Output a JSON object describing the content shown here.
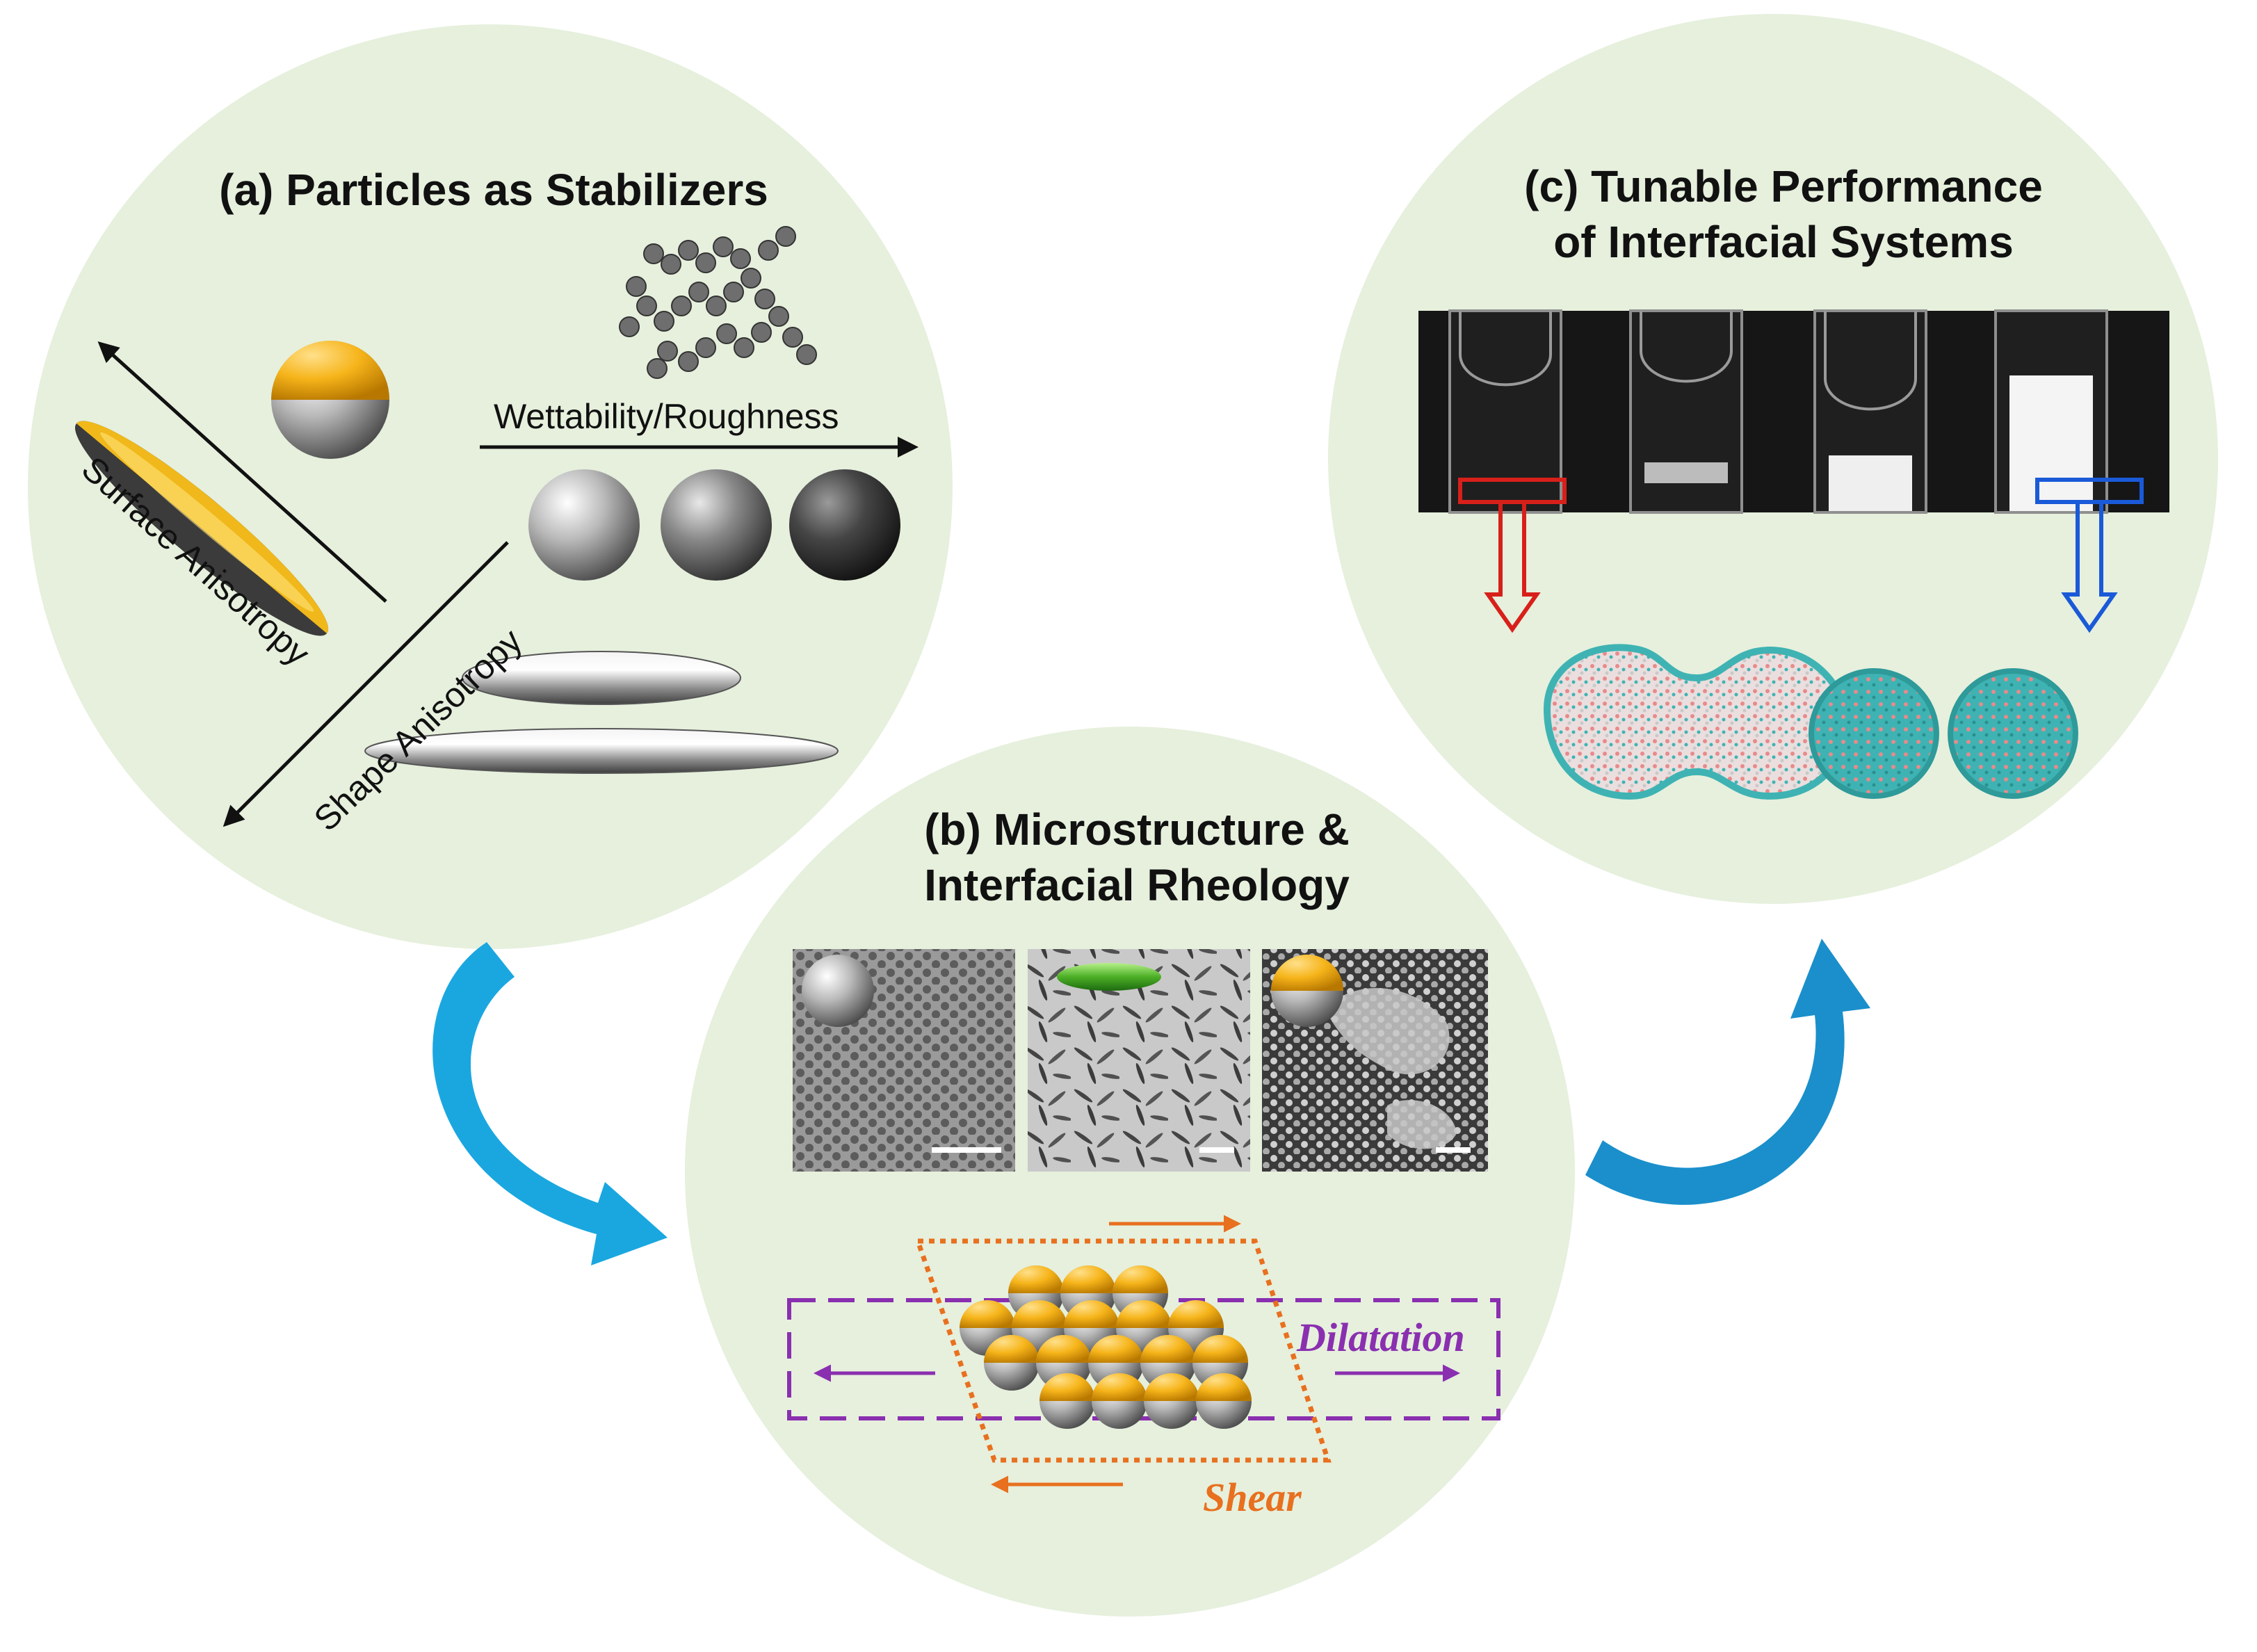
{
  "panels": {
    "a": {
      "title": "(a) Particles as Stabilizers",
      "surface_label": "Surface Anisotropy",
      "shape_label": "Shape Anisotropy",
      "wettability_label": "Wettability/Roughness"
    },
    "b": {
      "title_line1": "(b) Microstructure &",
      "title_line2": "Interfacial Rheology",
      "dilatation_label": "Dilatation",
      "shear_label": "Shear"
    },
    "c": {
      "title_line1": "(c) Tunable Performance",
      "title_line2": "of Interfacial Systems"
    }
  },
  "colors": {
    "panel_bg": "#e6f0dd",
    "janus_gold": "#f6b41a",
    "flow_arrow": "#1aa7e0",
    "dilatation": "#8a2fb0",
    "shear": "#e8701e",
    "red_marker": "#d8201a",
    "blue_marker": "#1a5ad8",
    "droplet_teal": "#3fb3b3",
    "droplet_pink": "#e88a8a"
  }
}
